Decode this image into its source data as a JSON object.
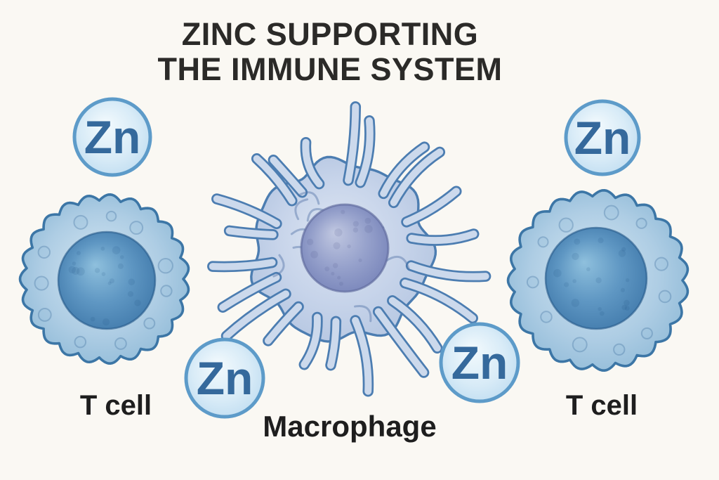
{
  "title": {
    "line1": "ZINC SUPPORTING",
    "line2": "THE IMMUNE SYSTEM"
  },
  "labels": {
    "t_cell_left": "T cell",
    "macrophage": "Macrophage",
    "t_cell_right": "T cell"
  },
  "zinc": {
    "symbol": "Zn",
    "ion_count": 4
  },
  "colors": {
    "background": "#faf8f3",
    "title_text": "#2b2a28",
    "label_text": "#1e1e1e",
    "zn_ring": "#5d9bc9",
    "zn_fill_light": "#f3fafd",
    "zn_fill_mid": "#d8ebf7",
    "zn_fill_deep": "#b5d7ee",
    "zn_symbol": "#35699c",
    "tcell_outline": "#3c76a6",
    "tcell_cytoplasm_light": "#d2e5f1",
    "tcell_cytoplasm_mid": "#aecde4",
    "tcell_cytoplasm_deep": "#8cb8d6",
    "tcell_nucleus_light": "#8fc0dd",
    "tcell_nucleus_mid": "#5f97c3",
    "tcell_nucleus_deep": "#3d76a8",
    "macrophage_outline": "#4c7db1",
    "macrophage_body_light": "#dce5f2",
    "macrophage_body_mid": "#c7d4ea",
    "macrophage_body_deep": "#b2c4e0",
    "macrophage_arm_fill": "#ccd9ec",
    "macrophage_nucleus_light": "#c1c8e1",
    "macrophage_nucleus_mid": "#97a2cc",
    "macrophage_nucleus_deep": "#7380b7"
  }
}
